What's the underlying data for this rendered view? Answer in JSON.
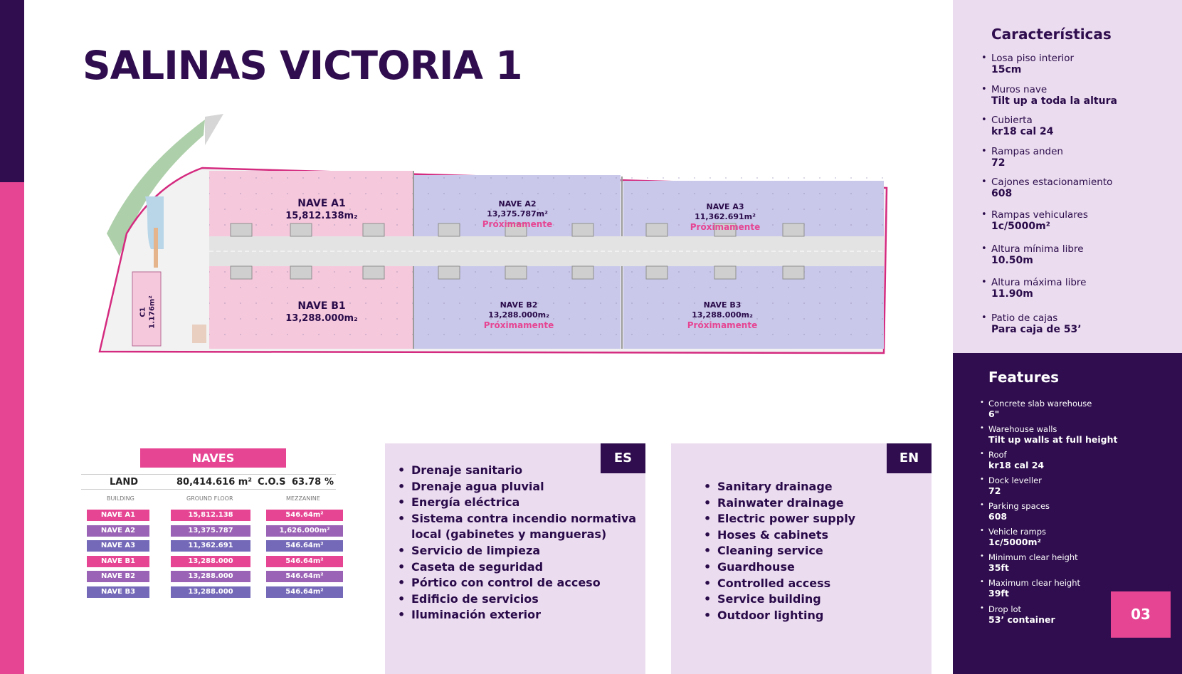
{
  "page": {
    "title": "SALINAS VICTORIA 1",
    "number": "03"
  },
  "colors": {
    "brand_purple": "#2f0d4e",
    "brand_pink": "#e64593",
    "light_lilac": "#ebdcef",
    "nave_pink_fill": "#f5c8dc",
    "nave_blue_fill": "#c9c8ea",
    "row_a2_b2": "#9a63b5",
    "row_a3_b3": "#7469b8"
  },
  "site_plan": {
    "naves": [
      {
        "name": "NAVE A1",
        "area": "15,812.138m₂",
        "status": ""
      },
      {
        "name": "NAVE A2",
        "area": "13,375.787m²",
        "status": "Próximamente"
      },
      {
        "name": "NAVE A3",
        "area": "11,362.691m²",
        "status": "Próximamente"
      },
      {
        "name": "NAVE B1",
        "area": "13,288.000m₂",
        "status": ""
      },
      {
        "name": "NAVE B2",
        "area": "13,288.000m₂",
        "status": "Próximamente"
      },
      {
        "name": "NAVE B3",
        "area": "13,288.000m₂",
        "status": "Próximamente"
      }
    ],
    "c1": {
      "name": "C1",
      "area": "1.176m²"
    }
  },
  "naves_table": {
    "heading": "NAVES",
    "land_label": "LAND",
    "land_value": "80,414.616 m²",
    "cos_label": "C.O.S",
    "cos_value": "63.78",
    "cos_unit": "%",
    "headers": [
      "BUILDING",
      "GROUND FLOOR",
      "MEZZANINE"
    ],
    "rows": [
      {
        "building": "NAVE A1",
        "ground": "15,812.138",
        "mezzanine": "546.64m²"
      },
      {
        "building": "NAVE A2",
        "ground": "13,375.787",
        "mezzanine": "1,626.000m²"
      },
      {
        "building": "NAVE A3",
        "ground": "11,362.691",
        "mezzanine": "546.64m²"
      },
      {
        "building": "NAVE B1",
        "ground": "13,288.000",
        "mezzanine": "546.64m²"
      },
      {
        "building": "NAVE B2",
        "ground": "13,288.000",
        "mezzanine": "546.64m²"
      },
      {
        "building": "NAVE B3",
        "ground": "13,288.000",
        "mezzanine": "546.64m²"
      }
    ]
  },
  "es": {
    "tag": "ES",
    "items": [
      "Drenaje sanitario",
      "Drenaje agua pluvial",
      "Energía eléctrica",
      "Sistema contra incendio  normativa local (gabinetes y mangueras)",
      "Servicio de limpieza",
      "Caseta de seguridad",
      "Pórtico con control de acceso",
      "Edificio de servicios",
      "Iluminación exterior"
    ]
  },
  "en": {
    "tag": "EN",
    "items": [
      "Sanitary drainage",
      "Rainwater drainage",
      "Electric power supply",
      "Hoses & cabinets",
      "Cleaning service",
      "Guardhouse",
      "Controlled access",
      "Service building",
      "Outdoor lighting"
    ]
  },
  "caracteristicas": {
    "title": "Características",
    "items": [
      {
        "label": "Losa piso interior",
        "value": "15cm"
      },
      {
        "label": "Muros nave",
        "value": "Tilt up a toda la altura"
      },
      {
        "label": "Cubierta",
        "value": "kr18 cal 24"
      },
      {
        "label": "Rampas anden",
        "value": "72"
      },
      {
        "label": "Cajones estacionamiento",
        "value": "608"
      },
      {
        "label": "Rampas vehiculares",
        "value": "1c/5000m²"
      },
      {
        "label": "Altura mínima libre",
        "value": "10.50m"
      },
      {
        "label": "Altura máxima libre",
        "value": "11.90m"
      },
      {
        "label": "Patio de cajas",
        "value": "Para caja de 53’"
      }
    ]
  },
  "features": {
    "title": "Features",
    "items": [
      {
        "label": "Concrete slab warehouse",
        "value": "6\""
      },
      {
        "label": "Warehouse walls",
        "value": "Tilt up walls at full height"
      },
      {
        "label": "Roof",
        "value": "kr18 cal 24"
      },
      {
        "label": "Dock leveller",
        "value": "72"
      },
      {
        "label": "Parking spaces",
        "value": "608"
      },
      {
        "label": "Vehicle ramps",
        "value": "1c/5000m²"
      },
      {
        "label": "Minimum clear height",
        "value": "35ft"
      },
      {
        "label": "Maximum clear height",
        "value": "39ft"
      },
      {
        "label": "Drop lot",
        "value": "53’ container"
      }
    ]
  }
}
